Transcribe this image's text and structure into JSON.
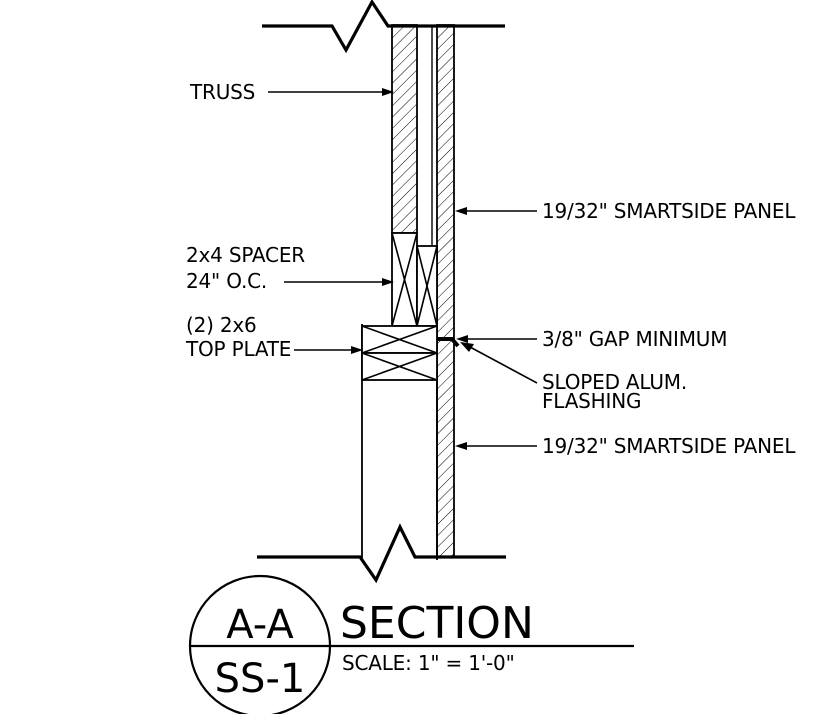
{
  "labels": {
    "truss": "TRUSS",
    "panel_upper": "19/32\" SMARTSIDE PANEL",
    "spacer_line1": "2x4 SPACER",
    "spacer_line2": "24\" O.C.",
    "plate_line1": "(2) 2x6",
    "plate_line2": "TOP PLATE",
    "gap": "3/8\" GAP MINIMUM",
    "flashing_line1": "SLOPED ALUM.",
    "flashing_line2": "FLASHING",
    "panel_lower": "19/32\" SMARTSIDE PANEL"
  },
  "title_block": {
    "section_id": "A-A",
    "sheet_id": "SS-1",
    "title": "SECTION",
    "scale": "SCALE:  1\" = 1'-0\""
  }
}
